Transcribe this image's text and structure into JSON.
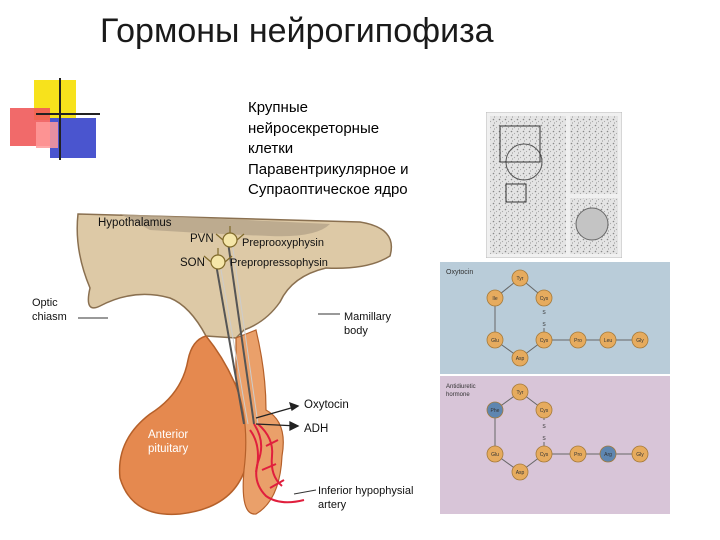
{
  "slide": {
    "title": "Гормоны нейрогипофиза",
    "lines": [
      "Крупные",
      "нейросекреторные",
      "клетки",
      "Паравентрикулярное и",
      "Супраоптическое ядро"
    ]
  },
  "hypophysis_figure": {
    "labels": {
      "hypothalamus": "Hypothalamus",
      "pvn": "PVN",
      "son": "SON",
      "preprooxyphysin": "Preprooxyphysin",
      "prepropressophysin": "Prepropressophysin",
      "optic": "Optic",
      "chiasm": "chiasm",
      "mamillary": "Mamillary",
      "body": "body",
      "oxytocin": "Oxytocin",
      "adh": "ADH",
      "anterior": "Anterior",
      "pituitary": "pituitary",
      "inferior_hypophysial": "Inferior hypophysial",
      "artery": "artery"
    }
  },
  "molecules": {
    "oxytocin": {
      "title": "Oxytocin",
      "residues": [
        "Tyr",
        "Ile",
        "Cys",
        "Glu",
        "Cys",
        "Pro",
        "Leu",
        "Gly",
        "Asp"
      ],
      "bridge": [
        "S",
        "S"
      ]
    },
    "adh": {
      "title_line1": "Antidiuretic",
      "title_line2": "hormone",
      "residues": [
        "Tyr",
        "Phe",
        "Cys",
        "Glu",
        "Cys",
        "Pro",
        "Arg",
        "Gly",
        "Asp"
      ],
      "bridge": [
        "S",
        "S"
      ]
    }
  },
  "colors": {
    "accent_yellow": "#f7e21c",
    "accent_red": "#f05a5a",
    "accent_blue": "#4a55cf",
    "gland": "#e5894f",
    "tissue": "#ddc9a6",
    "vessel": "#e01f3d",
    "panel_blue": "#b9ccd9",
    "panel_lilac": "#d8c5d8",
    "residue": "#e6ab5e"
  }
}
